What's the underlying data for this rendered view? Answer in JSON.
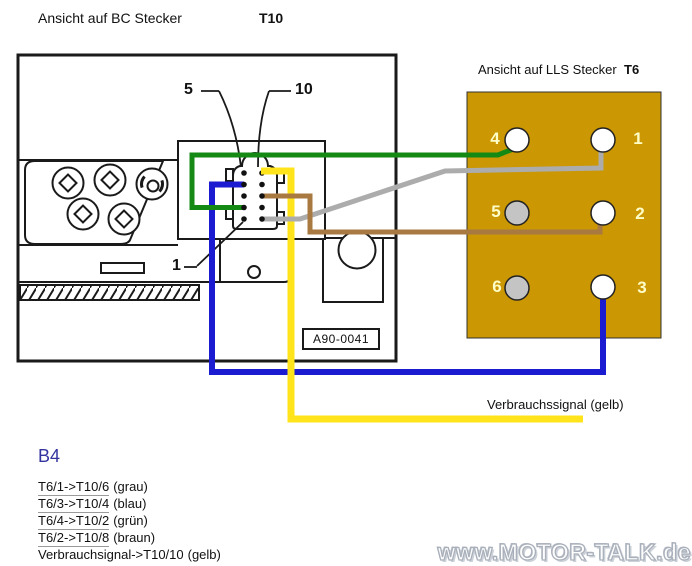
{
  "titles": {
    "bc": {
      "text": "Ansicht auf BC Stecker",
      "code": "T10"
    },
    "lls": {
      "text": "Ansicht auf LLS Stecker",
      "code": "T6"
    }
  },
  "bc_diagram": {
    "pin5_label": "5",
    "pin10_label": "10",
    "pin1_label": "1",
    "part_number": "A90-0041"
  },
  "connector_t6": {
    "pin_labels": [
      "4",
      "1",
      "5",
      "2",
      "6",
      "3"
    ]
  },
  "wire_label": "Verbrauchssignal (gelb)",
  "legend": {
    "heading": "B4",
    "entries": [
      {
        "route": "T6/1->T10/6",
        "color": "(grau)"
      },
      {
        "route": "T6/3->T10/4",
        "color": "(blau)"
      },
      {
        "route": "T6/4->T10/2",
        "color": "(grün)"
      },
      {
        "route": "T6/2->T10/8",
        "color": "(braun)"
      },
      {
        "route": "Verbrauchsignal->T10/10",
        "color": "(gelb)"
      }
    ]
  },
  "watermark": "www.MOTOR-TALK.de",
  "colors": {
    "wire_grau": "#acacac",
    "wire_blau": "#1b1bd1",
    "wire_gruen": "#148a14",
    "wire_braun": "#a87a42",
    "wire_gelb": "#ffe41c",
    "connector_body": "#cb9702",
    "pin_open": "#ffffff",
    "pin_blocked": "#c4c4c4",
    "pin_number_text": "#fffec8",
    "legend_heading": "#3434a0"
  }
}
